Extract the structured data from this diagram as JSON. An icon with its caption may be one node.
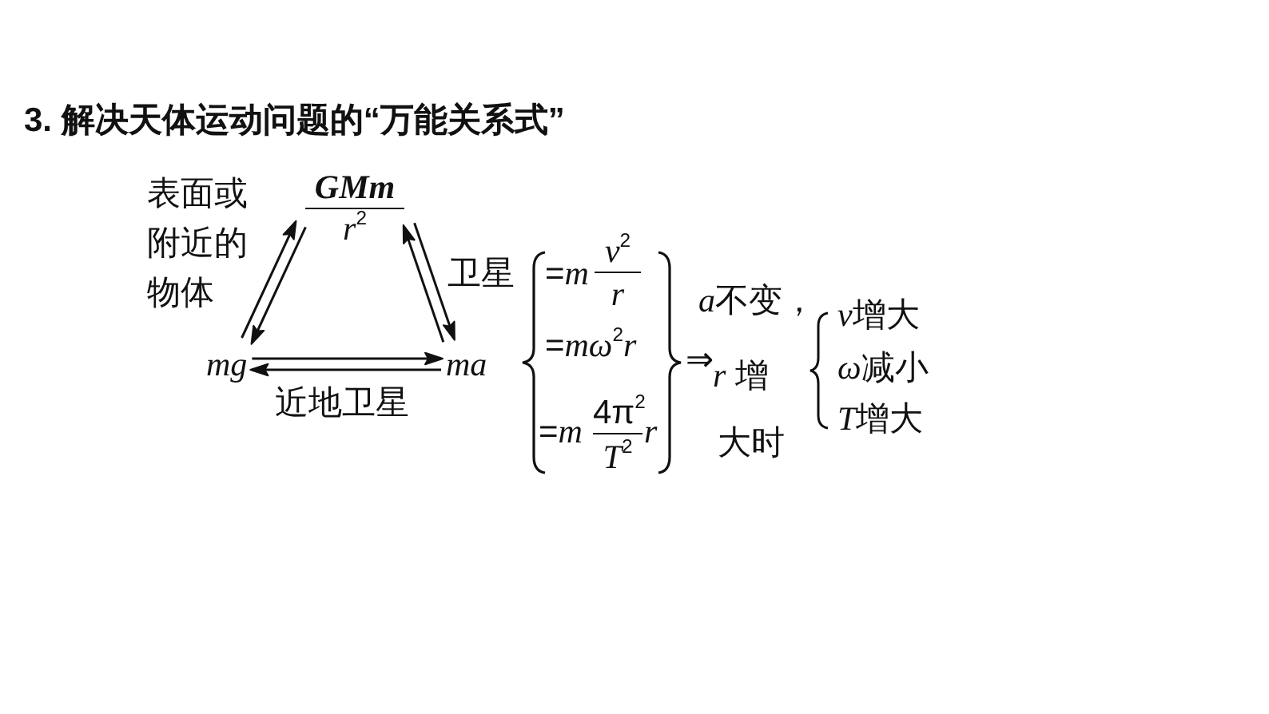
{
  "diagram": {
    "title": "3. 解决天体运动问题的“万能关系式”",
    "nodes": [
      {
        "text": [
          "GMm",
          "*r*$^{2}$"
        ]
      },
      {
        "text": [
          "mg"
        ]
      },
      {
        "text": [
          "ma"
        ]
      }
    ],
    "edges": [
      {
        "from": 1,
        "to": 0,
        "arrow": "to",
        "label": "表面或附近的物体"
      },
      {
        "from": 0,
        "to": 1,
        "arrow": "to"
      },
      {
        "from": 0,
        "to": 2,
        "arrow": "to",
        "label": "卫星"
      },
      {
        "from": 2,
        "to": 0,
        "arrow": "to"
      },
      {
        "from": 1,
        "to": 2,
        "arrow": "to",
        "label": "近地卫星"
      },
      {
        "from": 2,
        "to": 1,
        "arrow": "to"
      }
    ],
    "labels": [
      "=*m*",
      "*v*$^{2}$",
      "*r*",
      "=*mω*$^{2}$*r*",
      "=*m*",
      "4π$^{2}$",
      "*T*$^{2}$",
      "*r*",
      "⇒",
      "a不变，",
      "*r* 增",
      "大时",
      "v增大",
      "ω减小",
      "T增大"
    ]
  }
}
